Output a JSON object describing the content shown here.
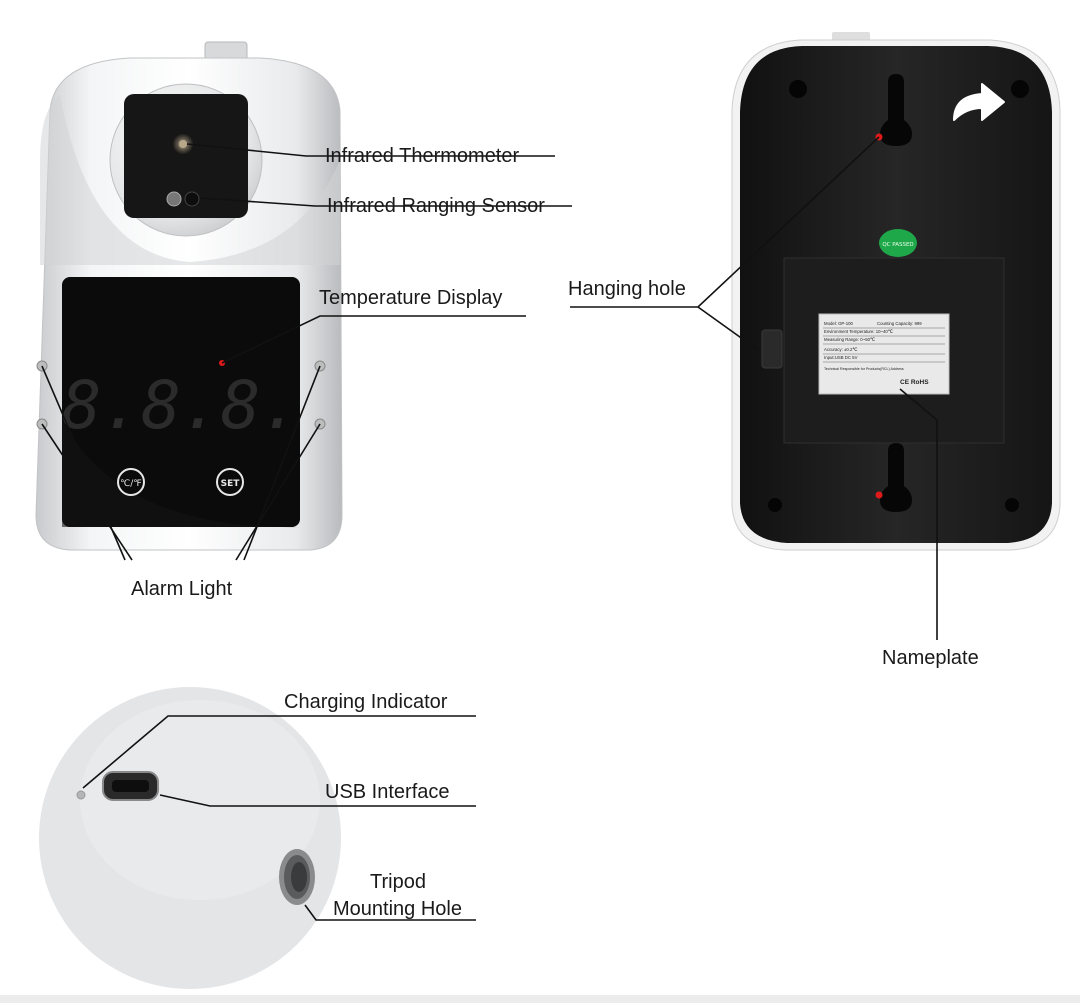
{
  "labels": {
    "infrared_thermometer": "Infrared Thermometer",
    "infrared_ranging_sensor": "Infrared Ranging Sensor",
    "temperature_display": "Temperature Display",
    "alarm_light": "Alarm Light",
    "hanging_hole": "Hanging hole",
    "nameplate": "Nameplate",
    "charging_indicator": "Charging Indicator",
    "usb_interface": "USB Interface",
    "tripod_line1": "Tripod",
    "tripod_line2": "Mounting Hole"
  },
  "device": {
    "display_digits": "8.8.8.",
    "button_left": "℃/℉",
    "button_right": "SET"
  },
  "nameplate_plate": {
    "row1_left": "Model: GP-100",
    "row1_right": "Counting Capacity: 999",
    "row2": "Environment Temperature: 10~40℃",
    "row3": "Measuring Range: 0~50℃",
    "row4": "Accuracy: ±0.2℃",
    "row5": "Input:USB DC 5V",
    "row6": "Technical Responsible for Products(RCL) Address",
    "marks": "CE RoHS",
    "qc_sticker": "QC PASSED"
  },
  "icons": {
    "share": "share-arrow-icon"
  },
  "colors": {
    "device_shell": "#e6e7e9",
    "display_panel": "#0b0b0b",
    "led_digits": "#2a2a2a",
    "red_dot": "#e01a1a",
    "qc_green": "#1fa84a"
  }
}
